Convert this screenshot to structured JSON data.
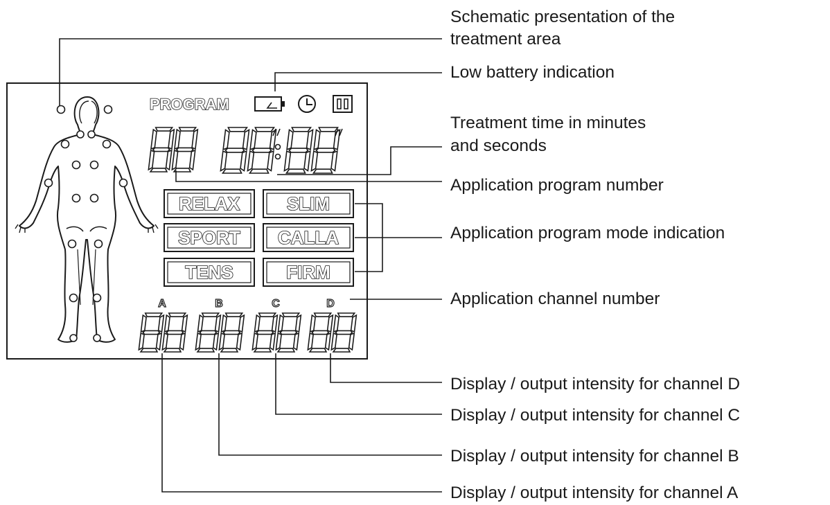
{
  "lcd": {
    "program_label": "PROGRAM",
    "modes": [
      "RELAX",
      "SLIM",
      "SPORT",
      "CALLA",
      "TENS",
      "FIRM"
    ],
    "channels": [
      "A",
      "B",
      "C",
      "D"
    ]
  },
  "annotations": {
    "treatment_area_line1": "Schematic presentation of the",
    "treatment_area_line2": "treatment area",
    "low_battery": "Low battery indication",
    "treatment_time_line1": "Treatment time in minutes",
    "treatment_time_line2": "and seconds",
    "program_number": "Application program number",
    "program_mode": "Application program mode indication",
    "channel_number": "Application channel number",
    "intensity_d": "Display / output intensity for channel D",
    "intensity_c": "Display / output intensity for channel C",
    "intensity_b": "Display / output intensity for channel B",
    "intensity_a": "Display / output intensity for channel A"
  },
  "icons": [
    "battery-icon",
    "clock-icon",
    "pause-icon",
    "body-figure-icon"
  ]
}
